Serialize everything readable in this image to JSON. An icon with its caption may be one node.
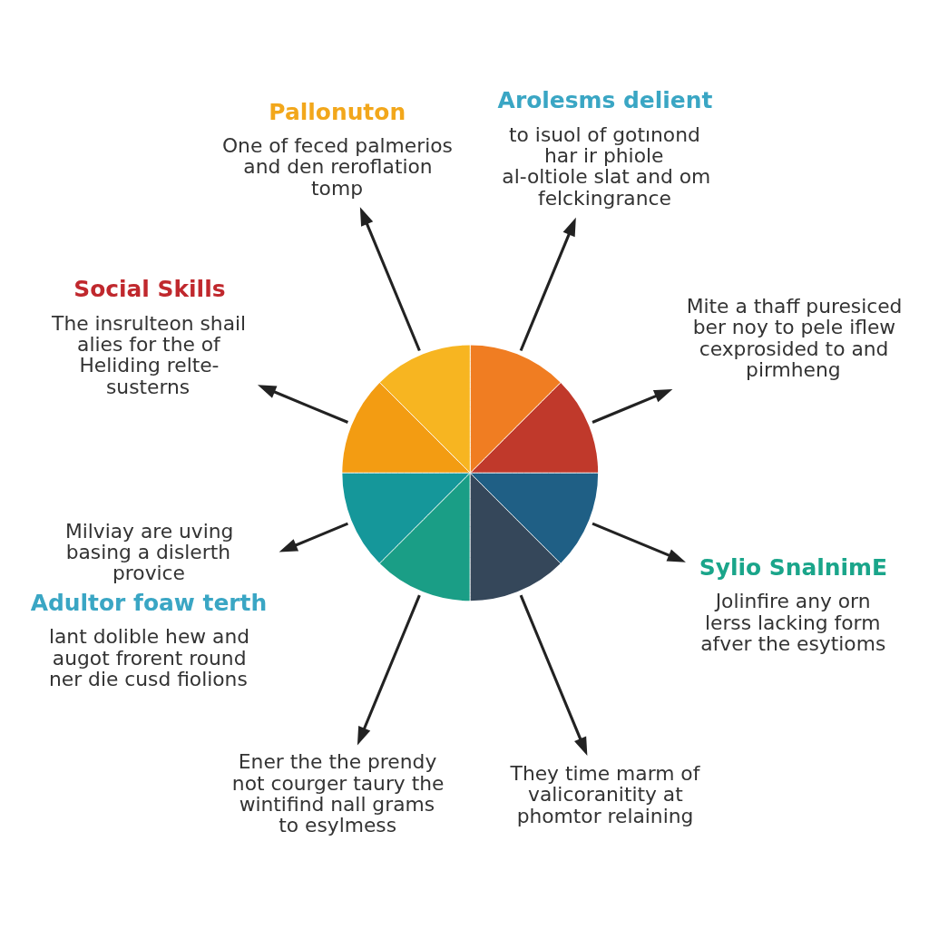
{
  "diagram": {
    "nodes": [
      {
        "text": [
          "Mite a thaff puresiced ber noy to pele iflew cexprosided to and pirmheng"
        ]
      },
      {
        "text": [
          "Arolesms delient",
          "to isuol of gotınond har ir phiole al-oltiole slat and om felckingrance"
        ]
      },
      {
        "text": [
          "Pallonuton",
          "One of feced palmerios and den reroflation tomp"
        ]
      },
      {
        "text": [
          "Social Skills",
          "The insrulteon shail alies for the of Heliding relte- susterns"
        ]
      },
      {
        "text": [],
        "shape": "circle"
      },
      {
        "text": [
          "Milviay are uving basing a dislerth provice",
          "Adultor foaw terth",
          "lant dolible hew and augot frorent round ner die cusd fiolions"
        ]
      },
      {
        "text": [
          "Ener the the prendy not courger taury the wintifind nall grams to esylmess"
        ]
      },
      {
        "text": [
          "They time marm of valicoranitity at phomtor relaining"
        ]
      },
      {
        "text": [
          "Sylio SnalnimE",
          "Jolinfire any orn lerss lacking form afver the esytioms"
        ]
      }
    ],
    "edges": [
      {
        "from": 4,
        "to": 0,
        "arrow": "to"
      },
      {
        "from": 4,
        "to": 1,
        "arrow": "to"
      },
      {
        "from": 4,
        "to": 2,
        "arrow": "to"
      },
      {
        "from": 4,
        "to": 3,
        "arrow": "to"
      },
      {
        "from": 4,
        "to": 5,
        "arrow": "to"
      },
      {
        "from": 4,
        "to": 6,
        "arrow": "to"
      },
      {
        "from": 4,
        "to": 7,
        "arrow": "to"
      },
      {
        "from": 4,
        "to": 8,
        "arrow": "to"
      }
    ]
  }
}
